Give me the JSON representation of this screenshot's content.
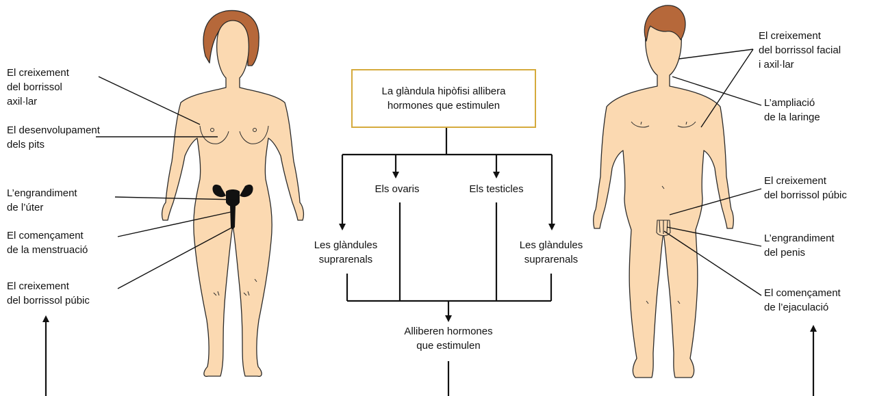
{
  "colors": {
    "skin": "#fbd9b1",
    "hair": "#b6683a",
    "outline": "#2a2a2a",
    "box_border": "#d5aa3c",
    "organ": "#111111"
  },
  "female": {
    "labels": {
      "axillary_hair": "El creixement\ndel borrissol\naxil·lar",
      "breasts": "El desenvolupament\ndels pits",
      "uterus": "L’engrandiment\nde l’úter",
      "menstruation": "El començament\nde la menstruació",
      "pubic_hair": "El creixement\ndel borrissol púbic"
    }
  },
  "male": {
    "labels": {
      "facial_hair": "El creixement\ndel borrissol facial\ni axil·lar",
      "larynx": "L’ampliació\nde la laringe",
      "pubic_hair": "El creixement\ndel borrissol púbic",
      "penis": "L’engrandiment\ndel penis",
      "ejaculation": "El començament\nde l’ejaculació"
    }
  },
  "flow": {
    "pituitary": "La glàndula hipòfisi allibera\nhormones que estimulen",
    "ovaries": "Els ovaris",
    "testes": "Els testicles",
    "adrenal_left": "Les glàndules\nsuprarenals",
    "adrenal_right": "Les glàndules\nsuprarenals",
    "release": "Alliberen hormones\nque estimulen"
  }
}
